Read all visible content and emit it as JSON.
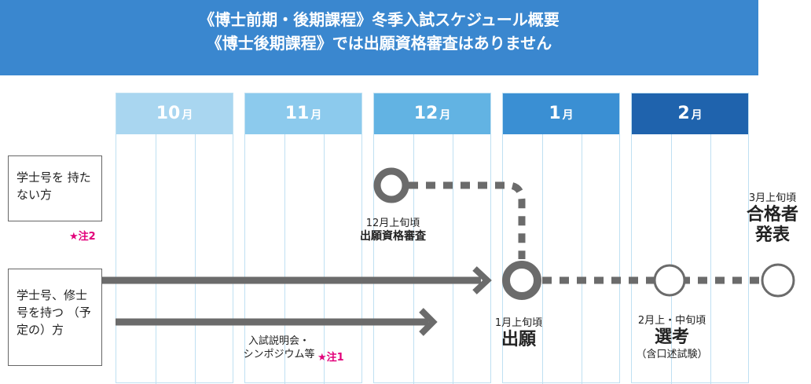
{
  "banner": {
    "line1": "《博士前期・後期課程》冬季入試スケジュール概要",
    "line2": "《博士後期課程》では出願資格審査はありません"
  },
  "months": [
    {
      "num": "10",
      "unit": "月",
      "color": "#a9d6f0"
    },
    {
      "num": "11",
      "unit": "月",
      "color": "#8ccaed"
    },
    {
      "num": "12",
      "unit": "月",
      "color": "#62b3e3"
    },
    {
      "num": "1",
      "unit": "月",
      "color": "#3a8fd3"
    },
    {
      "num": "2",
      "unit": "月",
      "color": "#1f63ad"
    }
  ],
  "categories": {
    "no_degree": "学士号を 持たない方",
    "with_degree": "学士号、修士 号を持つ （予定の）方"
  },
  "notes": {
    "note2": "★注2",
    "note1": "★注1"
  },
  "events": {
    "qualification": {
      "date": "12月上旬頃",
      "title": "出願資格審査"
    },
    "seminar": {
      "line1": "入試説明会・",
      "line2": "シンポジウム等"
    },
    "application": {
      "date": "1月上旬頃",
      "title": "出願"
    },
    "selection": {
      "date": "2月上・中旬頃",
      "title": "選考",
      "sub": "（含口述試験）"
    },
    "announcement": {
      "date": "3月上旬頃",
      "title1": "合格者",
      "title2": "発表"
    }
  },
  "colors": {
    "banner": "#3a87cf",
    "grid": "#bfe0f2",
    "arrow": "#6b6b6b",
    "note": "#e2007a"
  }
}
